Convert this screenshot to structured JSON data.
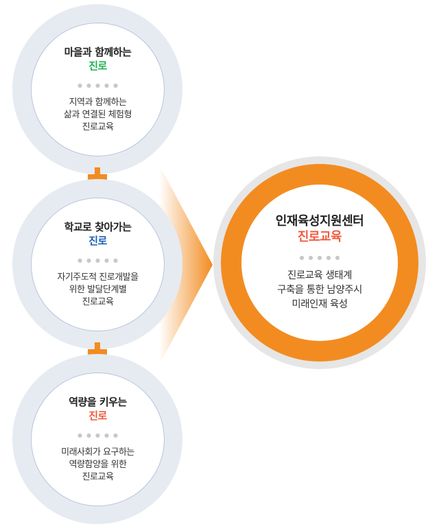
{
  "items": [
    {
      "title": "마을과 함께하는",
      "highlight": "진로",
      "color": "#1db24f",
      "desc": [
        "지역과 함께하는",
        "삶과 연결된 체험형",
        "진로교육"
      ]
    },
    {
      "title": "학교로 찾아가는",
      "highlight": "진로",
      "color": "#1a5fb4",
      "desc": [
        "자기주도적 진로개발을",
        "위한 발달단계별",
        "진로교육"
      ]
    },
    {
      "title": "역량을 키우는",
      "highlight": "진로",
      "color": "#f05a3c",
      "desc": [
        "미래사회가 요구하는",
        "역량함양을 위한",
        "진로교육"
      ]
    }
  ],
  "center": {
    "title": "인재육성지원센터",
    "highlight": "진로교육",
    "color": "#f05a3c",
    "desc": [
      "진로교육 생태계",
      "구축을 통한 남양주시",
      "미래인재 육성"
    ]
  },
  "dots": "●●●●●",
  "colors": {
    "accent": "#f28c21",
    "ring": "#e6ebf2"
  }
}
